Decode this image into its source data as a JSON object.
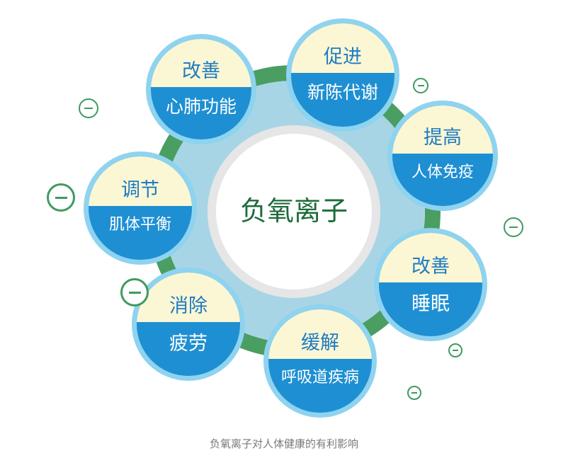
{
  "center": {
    "label": "负氧离子"
  },
  "nodes": [
    {
      "top": "改善",
      "bottom": "心肺功能"
    },
    {
      "top": "促进",
      "bottom": "新陈代谢"
    },
    {
      "top": "提高",
      "bottom": "人体免疫"
    },
    {
      "top": "调节",
      "bottom": "肌体平衡"
    },
    {
      "top": "改善",
      "bottom": "睡眠"
    },
    {
      "top": "消除",
      "bottom": "疲劳"
    },
    {
      "top": "缓解",
      "bottom": "呼吸道疾病"
    }
  ],
  "caption": "负氧离子对人体健康的有利影响",
  "colors": {
    "ring": "#4a9e62",
    "disk": "#a8d5e6",
    "node_border": "#8ed3ef",
    "node_top": "#fbf7d4",
    "node_bottom": "#1e8fd2",
    "node_top_text": "#1e7bc4",
    "center_text": "#1e6b3a",
    "ion": "#3f9a60"
  },
  "decorations": {
    "ion_symbol": "minus-ion-icon"
  }
}
